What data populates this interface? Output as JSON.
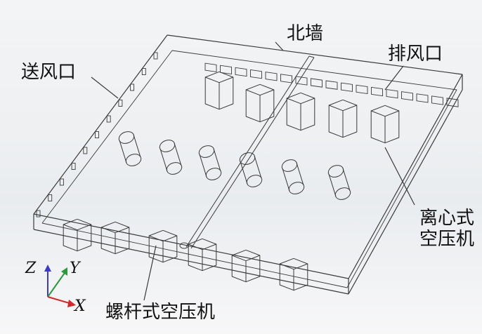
{
  "labels": {
    "north_wall": "北墙",
    "supply_inlet": "送风口",
    "exhaust_outlet": "排风口",
    "centrifugal_line1": "离心式",
    "centrifugal_line2": "空压机",
    "screw_compressor": "螺杆式空压机"
  },
  "axes": {
    "x": "X",
    "y": "Y",
    "z": "Z"
  },
  "colors": {
    "box_line": "#3a3a3a",
    "axis_x": "#d12a2a",
    "axis_y": "#2a9a3a",
    "axis_z": "#3a3ad0",
    "label_text": "#111111"
  }
}
